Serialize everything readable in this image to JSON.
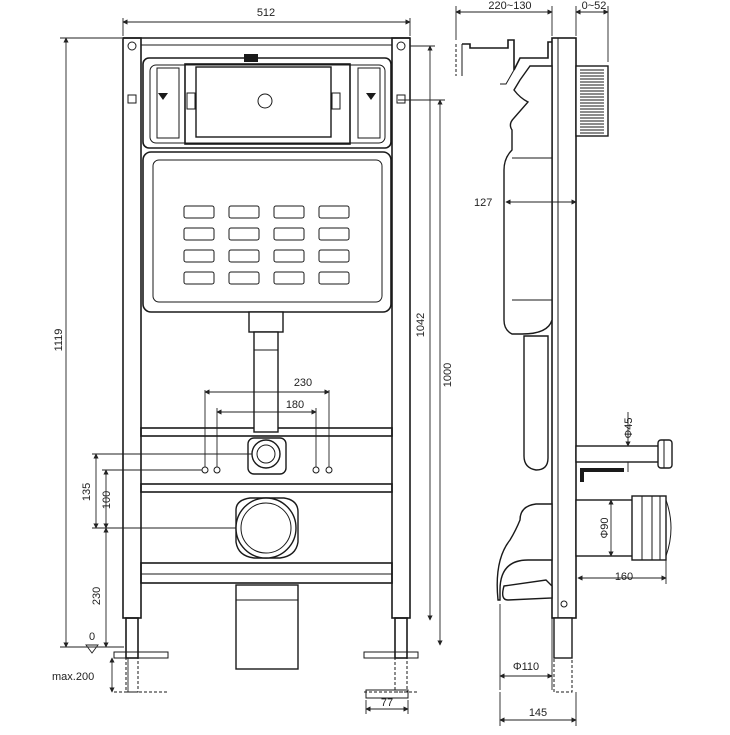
{
  "dimensions": {
    "frame_width": "512",
    "total_height": "1119",
    "rail_height": "1042",
    "reference_height": "1000",
    "inlet_spacing_outer": "230",
    "inlet_spacing_inner": "180",
    "inlet_height_135": "135",
    "inlet_height_100": "100",
    "outlet_height": "230",
    "floor_level": "0",
    "leg_extension": "max.200",
    "foot_width": "77",
    "side_distance": "220~130",
    "wall_gap": "0~52",
    "tank_depth": "127",
    "inlet_diameter": "Φ45",
    "outlet_diameter": "Φ90",
    "outlet_projection": "160",
    "drain_diameter": "Φ110",
    "base_depth": "145"
  }
}
